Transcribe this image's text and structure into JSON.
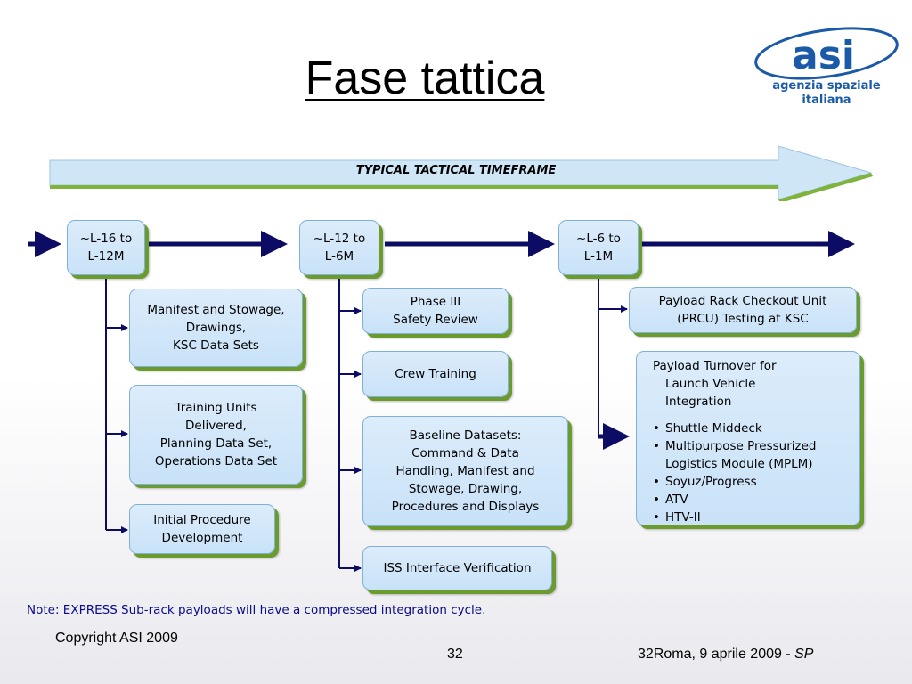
{
  "slide": {
    "title": "Fase tattica",
    "banner": "TYPICAL TACTICAL TIMEFRAME",
    "note": "Note:  EXPRESS Sub-rack payloads will have a compressed integration cycle.",
    "copyright": "Copyright ASI 2009",
    "page_number": "32",
    "footer_date": "32Roma, 9 aprile 2009 - ",
    "footer_initials": "SP"
  },
  "logo": {
    "letters": "asi",
    "line1": "agenzia spaziale",
    "line2": "italiana"
  },
  "milestones": [
    {
      "line1": "~L-16 to",
      "line2": "L-12M"
    },
    {
      "line1": "~L-12 to",
      "line2": "L-6M"
    },
    {
      "line1": "~L-6 to",
      "line2": "L-1M"
    }
  ],
  "column1": [
    {
      "lines": [
        "Manifest and Stowage,",
        "Drawings,",
        "KSC Data Sets"
      ]
    },
    {
      "lines": [
        "Training Units",
        "Delivered,",
        "Planning Data Set,",
        "Operations Data Set"
      ]
    },
    {
      "lines": [
        "Initial Procedure",
        "Development"
      ]
    }
  ],
  "column2": [
    {
      "lines": [
        "Phase III",
        "Safety Review"
      ]
    },
    {
      "lines": [
        "Crew Training"
      ]
    },
    {
      "lines": [
        "Baseline Datasets:",
        "Command & Data",
        "Handling, Manifest and",
        "Stowage, Drawing,",
        "Procedures and Displays"
      ]
    },
    {
      "lines": [
        "ISS Interface Verification"
      ]
    }
  ],
  "column3": {
    "prcu": {
      "lines": [
        "Payload Rack Checkout Unit",
        "(PRCU) Testing at KSC"
      ]
    },
    "turnover": {
      "head": [
        "Payload Turnover for",
        "Launch Vehicle",
        "Integration"
      ],
      "items": [
        "Shuttle Middeck",
        "Multipurpose Pressurized",
        "Logistics Module (MPLM)",
        "Soyuz/Progress",
        "ATV",
        "HTV-II"
      ]
    }
  },
  "colors": {
    "arrow_navy": "#0c0c64",
    "box_fill": "#d3e7f9",
    "box_shadow_green": "#6b9b2c",
    "banner_fill": "#cfe6f6",
    "logo_blue": "#1a5aa8"
  }
}
